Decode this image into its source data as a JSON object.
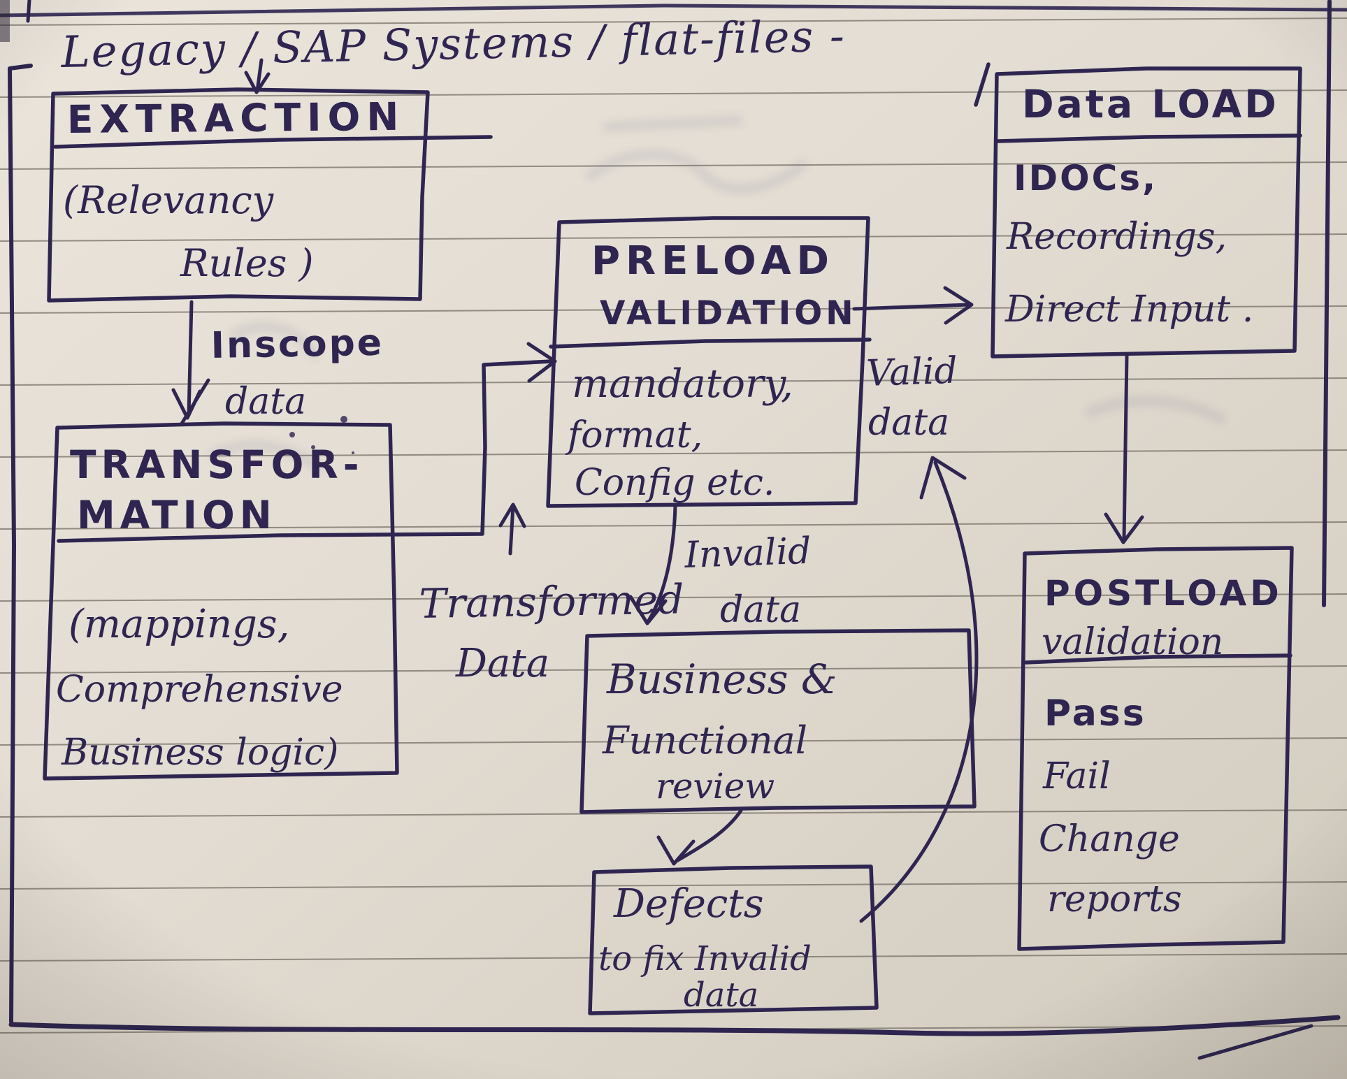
{
  "title": {
    "text": "Legacy / SAP Systems / flat-files -"
  },
  "boxes": {
    "extraction": {
      "header": "EXTRACTION",
      "body1": "(Relevancy",
      "body2": "Rules )"
    },
    "transformation": {
      "header1": "TRANSFOR-",
      "header2": "MATION",
      "body1": "(mappings,",
      "body2": "Comprehensive",
      "body3": "Business logic)"
    },
    "preload": {
      "header1": "PRELOAD",
      "header2": "VALIDATION",
      "body1": "mandatory,",
      "body2": "format,",
      "body3": "Config etc."
    },
    "dataload": {
      "header": "Data LOAD",
      "body1": "IDOCs,",
      "body2": "Recordings,",
      "body3": "Direct Input ."
    },
    "review": {
      "line1": "Business &",
      "line2": "Functional",
      "line3": "review"
    },
    "defects": {
      "line1": "Defects",
      "line2": "to fix Invalid",
      "line3": "data"
    },
    "postload": {
      "header1": "POSTLOAD",
      "header2": "validation",
      "body1": "Pass",
      "body2": "Fail",
      "body3": "Change",
      "body4": "reports"
    }
  },
  "labels": {
    "inscope1": "Inscope",
    "inscope2": "data",
    "transformed1": "Transformed",
    "transformed2": "Data",
    "invalid1": "Invalid",
    "invalid2": "data",
    "valid1": "Valid",
    "valid2": "data"
  },
  "colors": {
    "ink": "#2f2550",
    "paper": "#e4ded4",
    "rule": "#6f6860"
  }
}
